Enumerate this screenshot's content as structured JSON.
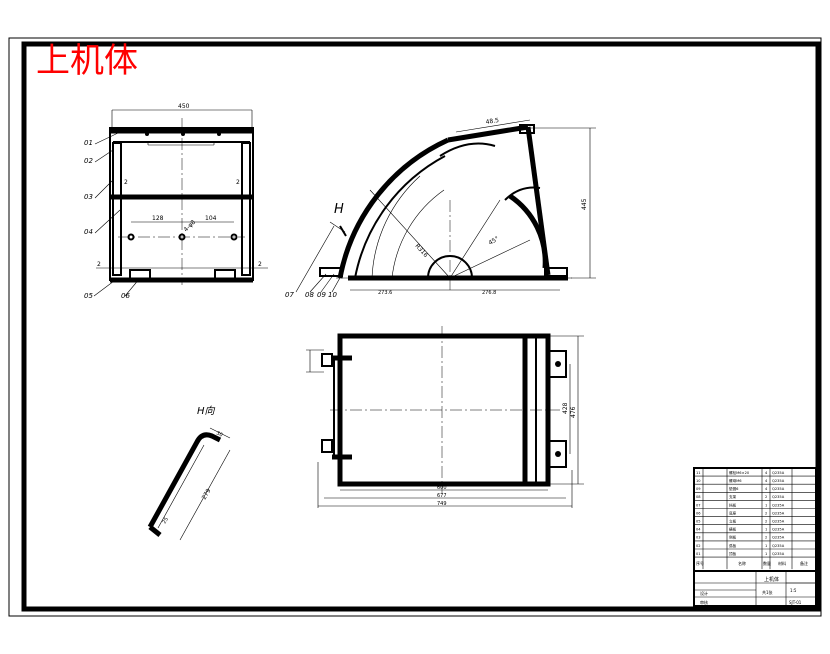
{
  "drawing": {
    "title": "上机体",
    "title_color": "#ff0000",
    "view_label": "H向"
  },
  "left_view": {
    "callouts": [
      "01",
      "02",
      "03",
      "04",
      "05",
      "06"
    ],
    "dims": {
      "top": "450",
      "inner_left": "128",
      "inner_right": "104",
      "hole": "4-φ8"
    }
  },
  "arc_view": {
    "callouts": [
      "07",
      "08",
      "09",
      "10"
    ],
    "section_mark": "H",
    "dims": {
      "height": "445",
      "top_width": "48.5",
      "radius_inner": "R316",
      "angle": "45°",
      "bottom_left": "273.6",
      "bottom_right": "276.8"
    }
  },
  "plan_view": {
    "dims": {
      "side_height": "476",
      "inner_height": "428",
      "width_inner": "600",
      "width_mid": "677",
      "width_overall": "749"
    }
  },
  "h_view": {
    "dims": {
      "top": "30",
      "length": "279",
      "bottom": "25"
    }
  },
  "parts_list": {
    "rows": [
      {
        "no": "11",
        "name": "螺栓M6×20",
        "qty": "4",
        "material": "Q235A"
      },
      {
        "no": "10",
        "name": "螺母M6",
        "qty": "4",
        "material": "Q235A"
      },
      {
        "no": "09",
        "name": "垫圈6",
        "qty": "4",
        "material": "Q235A"
      },
      {
        "no": "08",
        "name": "支架",
        "qty": "2",
        "material": "Q235A"
      },
      {
        "no": "07",
        "name": "挡板",
        "qty": "1",
        "material": "Q235A"
      },
      {
        "no": "06",
        "name": "底座",
        "qty": "2",
        "material": "Q235A"
      },
      {
        "no": "05",
        "name": "立板",
        "qty": "2",
        "material": "Q235A"
      },
      {
        "no": "04",
        "name": "横板",
        "qty": "1",
        "material": "Q235A"
      },
      {
        "no": "03",
        "name": "侧板",
        "qty": "2",
        "material": "Q235A"
      },
      {
        "no": "02",
        "name": "弧板",
        "qty": "1",
        "material": "Q235A"
      },
      {
        "no": "01",
        "name": "顶板",
        "qty": "1",
        "material": "Q235A"
      }
    ],
    "headers": {
      "no": "序号",
      "name": "名称",
      "qty": "数量",
      "material": "材料",
      "note": "备注"
    },
    "title_block": {
      "name": "上机体",
      "scale": "1:5",
      "sheet": "共1张",
      "design": "设计",
      "check": "审核",
      "drawing_no": "SJT-01"
    }
  }
}
